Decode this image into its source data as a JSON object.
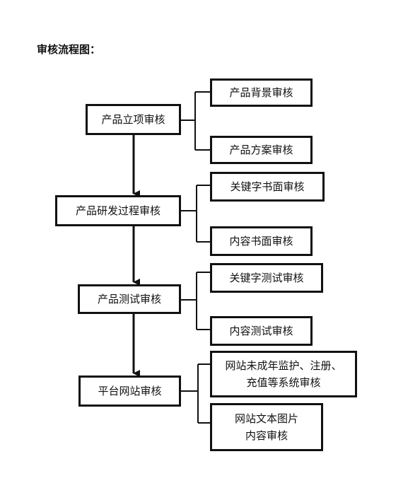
{
  "title": "审核流程图：",
  "stages": [
    {
      "label": "产品立项审核",
      "children": [
        "产品背景审核",
        "产品方案审核"
      ]
    },
    {
      "label": "产品研发过程审核",
      "children": [
        "关键字书面审核",
        "内容书面审核"
      ]
    },
    {
      "label": "产品测试审核",
      "children": [
        "关键字测试审核",
        "内容测试审核"
      ]
    },
    {
      "label": "平台网站审核",
      "children": [
        {
          "line1": "网站未成年监护、注册、",
          "line2": "充值等系统审核"
        },
        {
          "line1": "网站文本图片",
          "line2": "内容审核"
        }
      ]
    }
  ]
}
